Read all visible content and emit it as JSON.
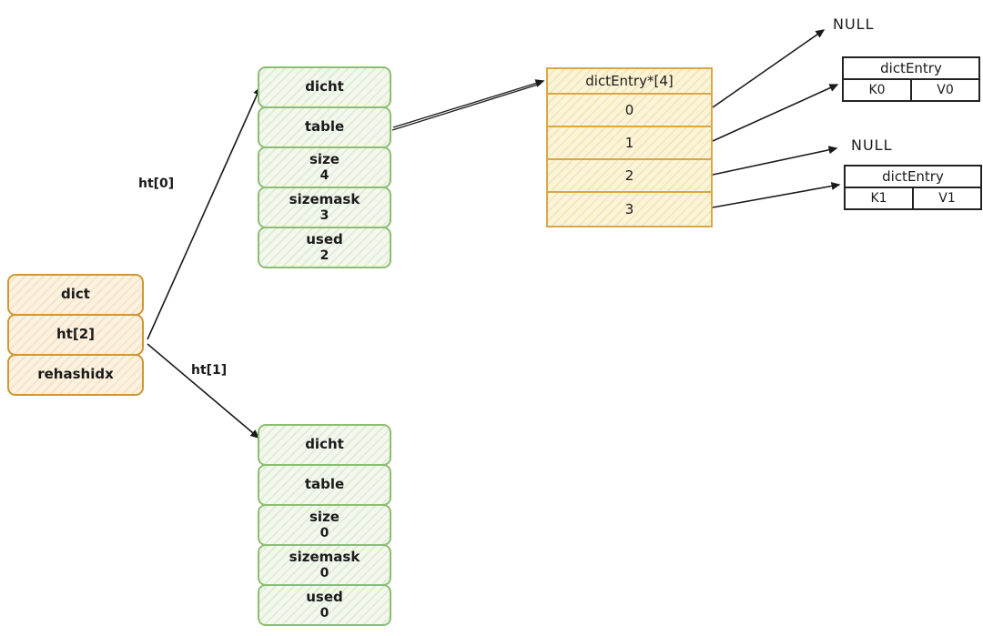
{
  "colors": {
    "orange_border": "#CE9732",
    "green_border": "#8CBE70",
    "yellow_border": "#D9A748",
    "arrow": "#1a1a1a"
  },
  "dict_box": {
    "rows": [
      "dict",
      "ht[2]",
      "rehashidx"
    ]
  },
  "arrow_labels": {
    "ht0": "ht[0]",
    "ht1": "ht[1]"
  },
  "ht0_table": {
    "rows": [
      {
        "label": "dicht"
      },
      {
        "label": "table"
      },
      {
        "label": "size",
        "value": "4"
      },
      {
        "label": "sizemask",
        "value": "3"
      },
      {
        "label": "used",
        "value": "2"
      }
    ]
  },
  "ht1_table": {
    "rows": [
      {
        "label": "dicht"
      },
      {
        "label": "table"
      },
      {
        "label": "size",
        "value": "0"
      },
      {
        "label": "sizemask",
        "value": "0"
      },
      {
        "label": "used",
        "value": "0"
      }
    ]
  },
  "bucket_array": {
    "header": "dictEntry*[4]",
    "slots": [
      "0",
      "1",
      "2",
      "3"
    ]
  },
  "null_pointers": [
    "NULL",
    "NULL"
  ],
  "entries": [
    {
      "title": "dictEntry",
      "key": "K0",
      "value": "V0"
    },
    {
      "title": "dictEntry",
      "key": "K1",
      "value": "V1"
    }
  ]
}
